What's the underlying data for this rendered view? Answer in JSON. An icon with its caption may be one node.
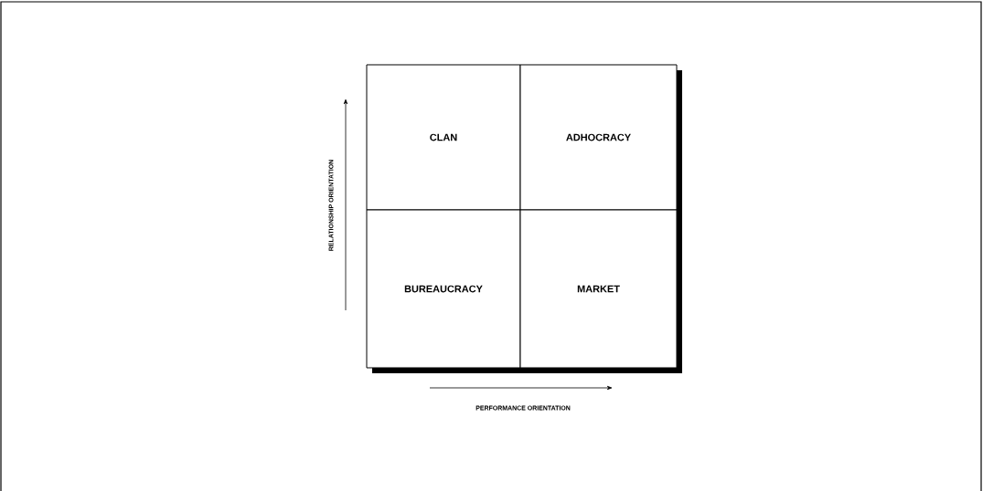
{
  "diagram": {
    "nodes": [
      {
        "text": [
          "CLAN"
        ]
      },
      {
        "text": [
          "ADHOCRACY"
        ]
      },
      {
        "text": [
          "BUREAUCRACY"
        ]
      },
      {
        "text": [
          "MARKET"
        ]
      }
    ],
    "edges": [],
    "labels": [
      "RELATIONSHIP ORIENTATION",
      "PERFORMANCE ORIENTATION"
    ]
  }
}
